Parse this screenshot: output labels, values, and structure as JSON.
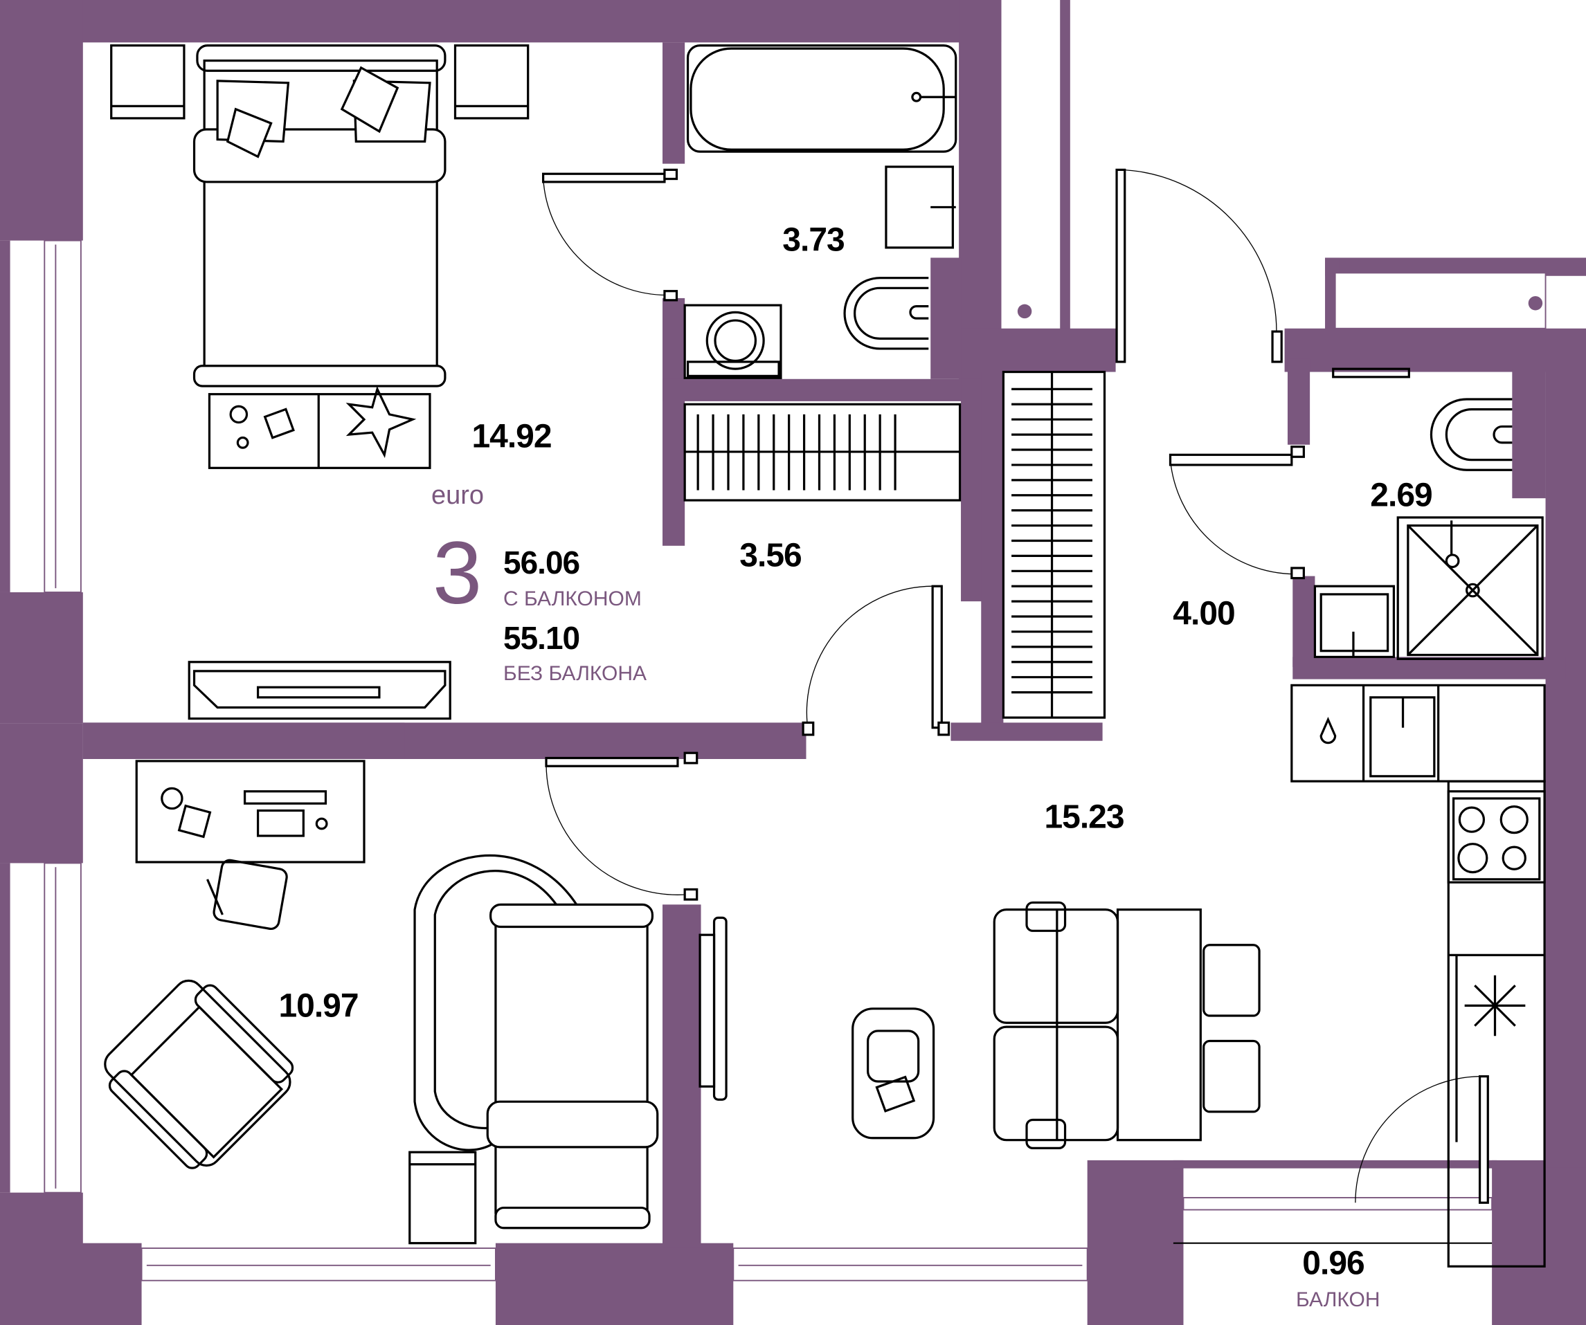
{
  "plan": {
    "brand_label": "euro",
    "rooms_count": "3",
    "area_with_balcony": "56.06",
    "area_with_balcony_label": "С БАЛКОНОМ",
    "area_without_balcony": "55.10",
    "area_without_balcony_label": "БЕЗ БАЛКОНА",
    "colors": {
      "wall": "#7a577e",
      "accent_text": "#7a577e",
      "line": "#000000"
    }
  },
  "rooms": [
    {
      "id": "bedroom",
      "area": "14.92"
    },
    {
      "id": "bathroom",
      "area": "3.73"
    },
    {
      "id": "wardrobe",
      "area": "3.56"
    },
    {
      "id": "hall",
      "area": "4.00"
    },
    {
      "id": "wc",
      "area": "2.69"
    },
    {
      "id": "kitchen-living",
      "area": "15.23"
    },
    {
      "id": "bedroom-2",
      "area": "10.97"
    },
    {
      "id": "balcony",
      "area": "0.96",
      "label": "БАЛКОН"
    }
  ],
  "icons": [
    "bed-icon",
    "nightstand-icon",
    "bathtub-icon",
    "sink-icon",
    "toilet-icon",
    "washing-machine-icon",
    "wardrobe-icon",
    "shower-icon",
    "stove-icon",
    "fridge-icon",
    "dining-table-icon",
    "sofa-icon",
    "armchair-icon",
    "desk-icon",
    "tv-icon",
    "door-icon",
    "window-icon"
  ]
}
